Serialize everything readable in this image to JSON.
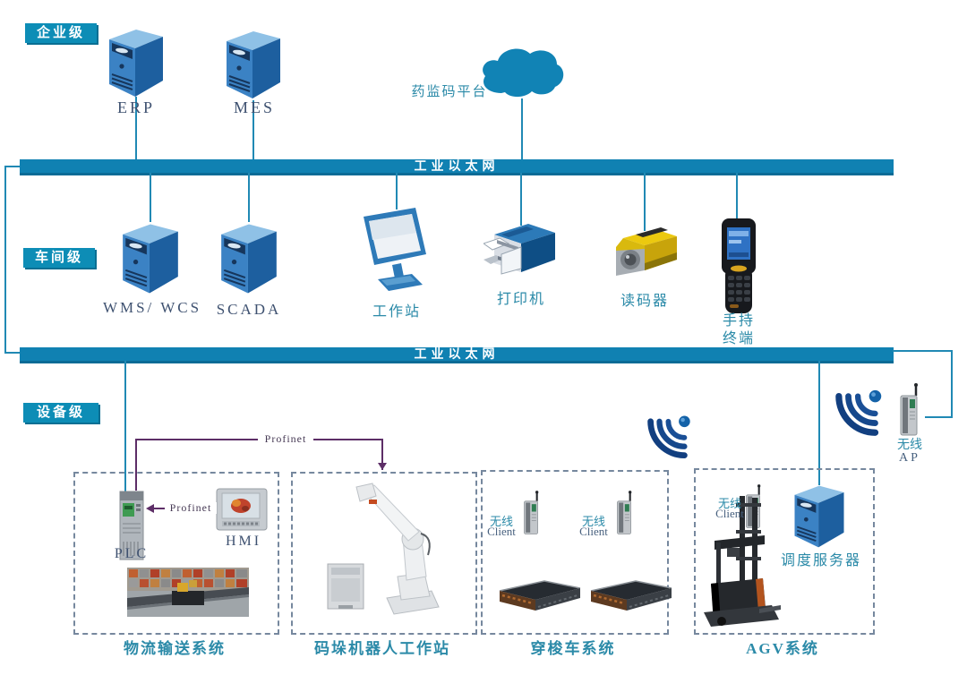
{
  "levels": {
    "enterprise": "企业级",
    "workshop": "车间级",
    "device": "设备级"
  },
  "bus_label": "工业以太网",
  "enterprise": {
    "erp": "ERP",
    "mes": "MES",
    "cloud": "药监码平台"
  },
  "workshop": {
    "wms": "WMS/ WCS",
    "scada": "SCADA",
    "workstation": "工作站",
    "printer": "打印机",
    "reader": "读码器",
    "handheld_1": "手持",
    "handheld_2": "终端"
  },
  "device": {
    "profinet": "Profinet",
    "plc": "PLC",
    "hmi": "HMI",
    "wireless": "无线",
    "client": "Client",
    "ap": "AP",
    "dispatch_server": "调度服务器",
    "groups": {
      "conveyor": "物流输送系统",
      "robot": "码垛机器人工作站",
      "shuttle": "穿梭车系统",
      "agv": "AGV系统"
    }
  },
  "colors": {
    "bus": "#1081b2",
    "badge": "#0d8db6",
    "connector_line": "#2089b4",
    "profinet_line": "#5d2e67",
    "teal_text": "#2b8aa8",
    "dark_text": "#3e5170",
    "box_border": "#76889e",
    "server_blue": "#3b82c4",
    "cloud_blue": "#1183b5",
    "reader_yellow": "#ecc90f"
  }
}
